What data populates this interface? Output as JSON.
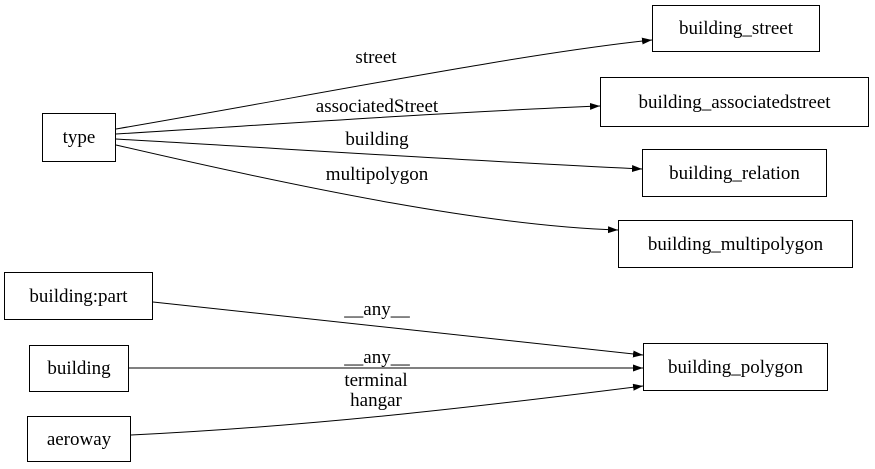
{
  "diagram": {
    "background_color": "#ffffff",
    "line_color": "#000000",
    "nodes": [
      {
        "id": "type",
        "label": "type"
      },
      {
        "id": "building_street",
        "label": "building_street"
      },
      {
        "id": "building_associatedstreet",
        "label": "building_associatedstreet"
      },
      {
        "id": "building_relation",
        "label": "building_relation"
      },
      {
        "id": "building_multipolygon",
        "label": "building_multipolygon"
      },
      {
        "id": "building:part",
        "label": "building:part"
      },
      {
        "id": "building",
        "label": "building"
      },
      {
        "id": "aeroway",
        "label": "aeroway"
      },
      {
        "id": "building_polygon",
        "label": "building_polygon"
      }
    ],
    "edges": [
      {
        "from": "type",
        "to": "building_street",
        "label": "street"
      },
      {
        "from": "type",
        "to": "building_associatedstreet",
        "label": "associatedStreet"
      },
      {
        "from": "type",
        "to": "building_relation",
        "label": "building"
      },
      {
        "from": "type",
        "to": "building_multipolygon",
        "label": "multipolygon"
      },
      {
        "from": "building:part",
        "to": "building_polygon",
        "label": "__any__"
      },
      {
        "from": "building",
        "to": "building_polygon",
        "label": "__any__"
      },
      {
        "from": "aeroway",
        "to": "building_polygon",
        "label": "terminal\nhangar"
      }
    ]
  }
}
